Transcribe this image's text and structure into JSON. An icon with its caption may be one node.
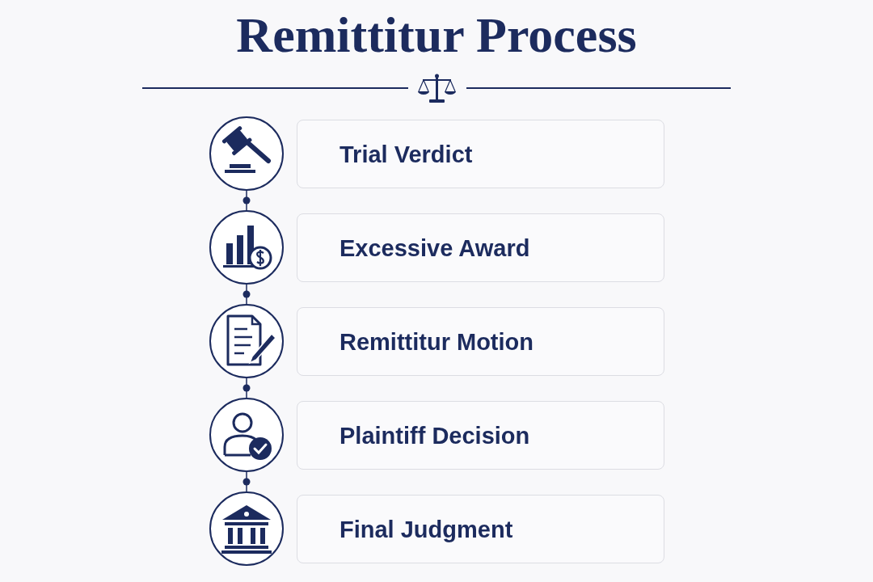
{
  "diagram": {
    "title": "Remittitur Process",
    "nodes": [
      {
        "text": [],
        "shape": "circle"
      },
      {
        "text": [
          "Trial Verdict"
        ]
      },
      {
        "text": [],
        "shape": "circle"
      },
      {
        "text": [
          "Excessive Award"
        ]
      },
      {
        "text": [],
        "shape": "circle"
      },
      {
        "text": [
          "Remittitur Motion"
        ]
      },
      {
        "text": [],
        "shape": "circle"
      },
      {
        "text": [
          "Plaintiff Decision"
        ]
      },
      {
        "text": [],
        "shape": "circle"
      },
      {
        "text": [
          "Final Judgment"
        ]
      }
    ],
    "edges": [
      {
        "from": 0,
        "to": 2,
        "arrow": "none"
      },
      {
        "from": 2,
        "to": 4,
        "arrow": "none"
      },
      {
        "from": 4,
        "to": 6,
        "arrow": "none"
      },
      {
        "from": 6,
        "to": 8,
        "arrow": "none"
      }
    ]
  }
}
